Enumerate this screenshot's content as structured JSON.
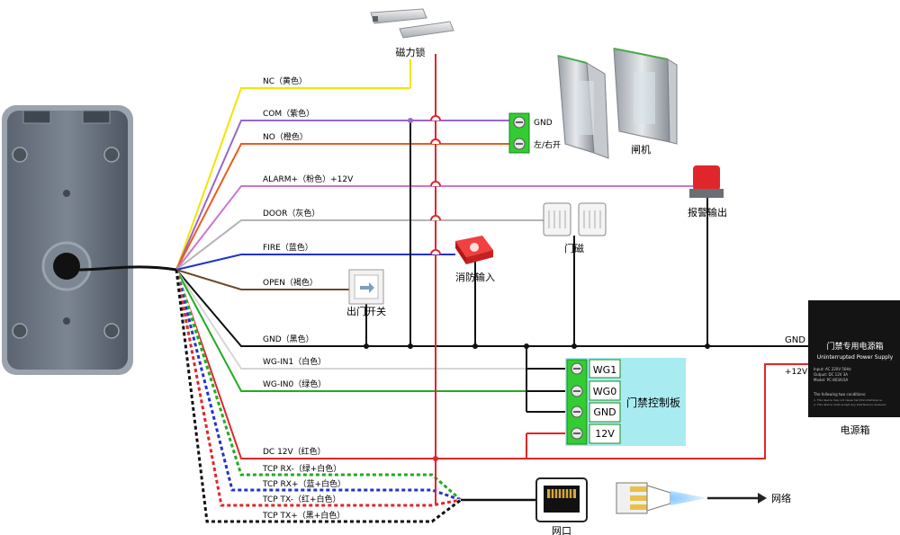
{
  "wire_labels": {
    "nc": "NC（黄色）",
    "com": "COM（紫色）",
    "no": "NO（橙色）",
    "alarm": "ALARM+（粉色）+12V",
    "door": "DOOR（灰色）",
    "fire": "FIRE（蓝色）",
    "open": "OPEN（褐色）",
    "gnd": "GND（黑色）",
    "wg_in1": "WG-IN1（白色）",
    "wg_in0": "WG-IN0（绿色）",
    "dc12v": "DC 12V（红色）",
    "tcp_rx_minus": "TCP RX-（绿+白色）",
    "tcp_rx_plus": "TCP RX+（蓝+白色）",
    "tcp_tx_minus": "TCP TX-（红+白色）",
    "tcp_tx_plus": "TCP TX+（黑+白色）"
  },
  "devices": {
    "maglock": "磁力锁",
    "gate": "闸机",
    "gate_term_gnd": "GND",
    "gate_term_side": "左/右开",
    "alarm": "报警输出",
    "door_sensor": "门磁",
    "fire": "消防输入",
    "exit_button": "出门开关",
    "power_box": "电源箱",
    "power_gnd": "GND",
    "power_12v": "+12V",
    "controller_title": "门禁控制板",
    "controller_pins": [
      "WG1",
      "WG0",
      "GND",
      "12V"
    ],
    "network_port": "网口",
    "network": "网络"
  },
  "psu_panel": {
    "title_cn": "门禁专用电源箱",
    "title_en": "Uninterrupted Power Supply",
    "specs": [
      "Input:  AC 220V 50Hz",
      "Output: DC 12V 3A",
      "Model:  PC-803A/3A"
    ],
    "note": "The following two conditions:",
    "note_lines": [
      "1. This device may not cause harmful interference.",
      "2. This device must accept any interference received."
    ]
  },
  "colors": {
    "yellow": "#f4e400",
    "purple": "#9966cc",
    "orange": "#ee5a1e",
    "pink": "#cc77cc",
    "gray": "#b4b4b4",
    "blue": "#2233cc",
    "brown": "#6b4a2a",
    "black": "#111111",
    "white_wire": "#d6d6d6",
    "green": "#22aa22",
    "red": "#e0262a",
    "controller_bg": "#a8ecf2",
    "terminal_green": "#33cc33"
  }
}
